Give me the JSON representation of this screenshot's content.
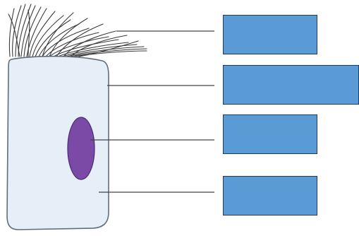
{
  "diagram": {
    "subject": "ciliated-cell",
    "colors": {
      "cell_fill": "#e6eef8",
      "cell_outline": "#5f6e7c",
      "nucleus_fill": "#7a4aa6",
      "nucleus_outline": "#4b2a72",
      "cilia": "#3a3a3a",
      "leader_line": "#444444",
      "label_box_fill": "#5b9bd5"
    },
    "labels": [
      {
        "id": "cilia",
        "text": ""
      },
      {
        "id": "cell-membrane",
        "text": ""
      },
      {
        "id": "nucleus",
        "text": ""
      },
      {
        "id": "cytoplasm",
        "text": ""
      }
    ]
  }
}
